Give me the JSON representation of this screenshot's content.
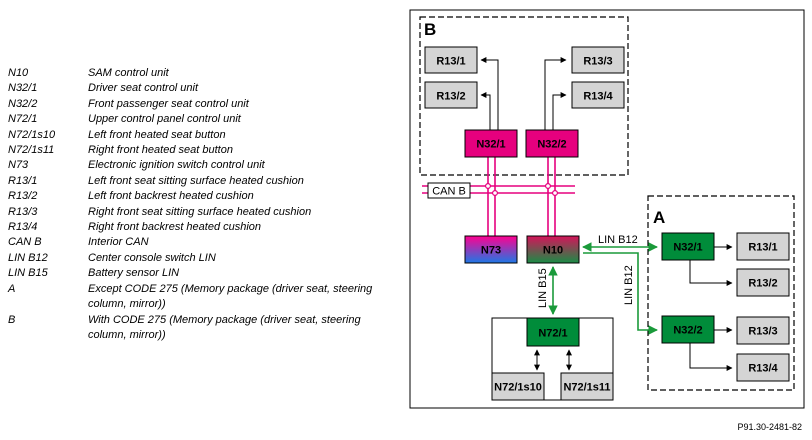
{
  "legend": [
    {
      "code": "N10",
      "desc": "SAM control unit"
    },
    {
      "code": "N32/1",
      "desc": "Driver seat control unit"
    },
    {
      "code": "N32/2",
      "desc": "Front passenger seat control unit"
    },
    {
      "code": "N72/1",
      "desc": "Upper control panel control unit"
    },
    {
      "code": "N72/1s10",
      "desc": "Left front heated seat button"
    },
    {
      "code": "N72/1s11",
      "desc": "Right front heated seat button"
    },
    {
      "code": "N73",
      "desc": "Electronic ignition switch control unit"
    },
    {
      "code": "R13/1",
      "desc": "Left front seat sitting surface heated cushion"
    },
    {
      "code": "R13/2",
      "desc": "Left front backrest heated cushion"
    },
    {
      "code": "R13/3",
      "desc": "Right front seat sitting surface heated cushion"
    },
    {
      "code": "R13/4",
      "desc": "Right front backrest heated cushion"
    },
    {
      "code": "CAN B",
      "desc": "Interior CAN"
    },
    {
      "code": "LIN B12",
      "desc": "Center console switch LIN"
    },
    {
      "code": "LIN B15",
      "desc": "Battery sensor LIN"
    },
    {
      "code": "A",
      "desc": "Except CODE 275 (Memory package (driver seat, steering column, mirror))"
    },
    {
      "code": "B",
      "desc": "With CODE 275 (Memory package (driver seat, steering column, mirror))"
    }
  ],
  "diagram": {
    "region_b": "B",
    "region_a": "A",
    "b_r13_1": "R13/1",
    "b_r13_2": "R13/2",
    "b_r13_3": "R13/3",
    "b_r13_4": "R13/4",
    "b_n32_1": "N32/1",
    "b_n32_2": "N32/2",
    "can_b": "CAN B",
    "n73": "N73",
    "n10": "N10",
    "lin_b12_top": "LIN B12",
    "lin_b12_side": "LIN B12",
    "lin_b15": "LIN B15",
    "n72_1": "N72/1",
    "n72_1s10": "N72/1s10",
    "n72_1s11": "N72/1s11",
    "a_n32_1": "N32/1",
    "a_n32_2": "N32/2",
    "a_r13_1": "R13/1",
    "a_r13_2": "R13/2",
    "a_r13_3": "R13/3",
    "a_r13_4": "R13/4"
  },
  "figure_id": "P91.30-2481-82",
  "colors": {
    "can_pink": "#e6007e",
    "lin_green": "#1a9a3a",
    "unit_green": "#008c3a",
    "heater_gray": "#d4d4d4",
    "n73_top": "#ff0090",
    "n73_bottom": "#1e78e6",
    "n10_top": "#d4145a",
    "n10_bottom": "#1a8c46"
  }
}
